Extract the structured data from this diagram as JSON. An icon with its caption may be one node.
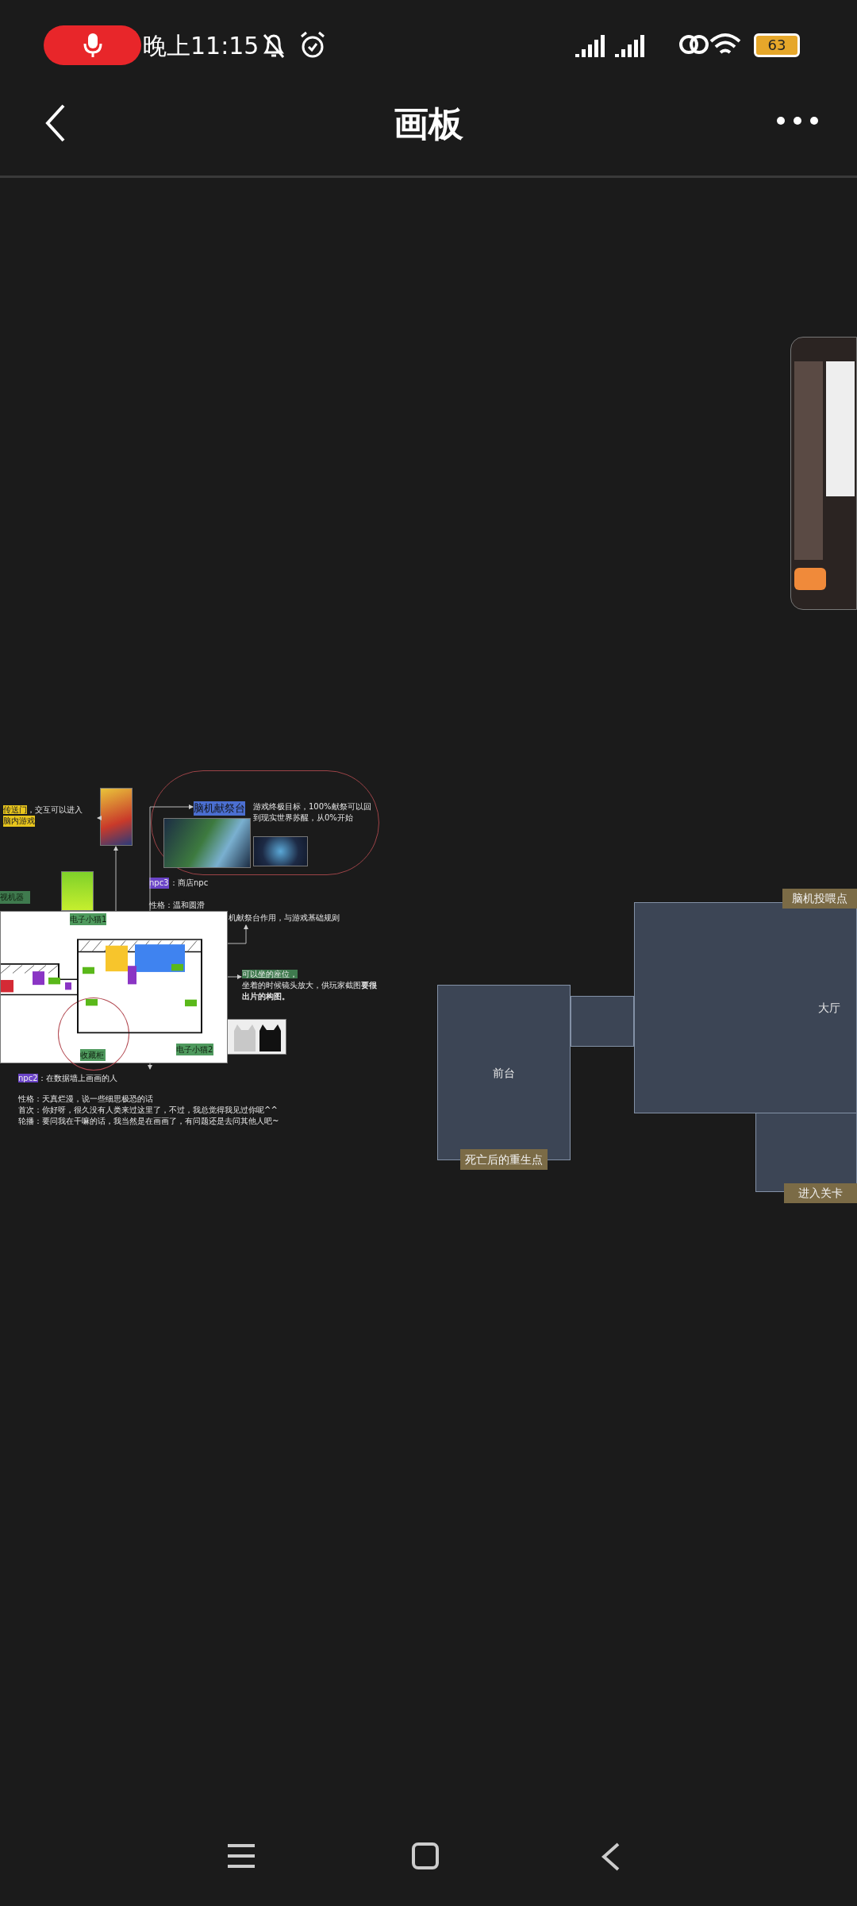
{
  "diagram": {
    "title": "画板",
    "nodes": [
      {
        "text": [
          "传送门",
          "，交互可以进入",
          "脑内游戏"
        ]
      },
      {
        "text": [],
        "shape": "picture"
      },
      {
        "text": [
          "脑机献祭台",
          "游戏终极目标，100%献祭可以回到现实世界苏醒，从0%开始"
        ]
      },
      {
        "text": [],
        "shape": "picture",
        "in": 2
      },
      {
        "text": [],
        "shape": "picture",
        "in": 2
      },
      {
        "text": [
          "视机器"
        ]
      },
      {
        "text": [],
        "shape": "picture"
      },
      {
        "text": [],
        "shape": "picture"
      },
      {
        "text": [
          "电子小猫1"
        ],
        "in": 7
      },
      {
        "text": [],
        "shape": "circle",
        "in": 7
      },
      {
        "text": [
          "收藏柜"
        ],
        "in": 9
      },
      {
        "text": [
          "电子小猫2"
        ],
        "in": 7
      },
      {
        "text": [
          "机献祭台作用，与游戏基础规则"
        ]
      },
      {
        "text": [
          "可以坐的座位，",
          "坐着的时候镜头放大，供玩家截图**要很出片的构图。**"
        ]
      },
      {
        "text": [],
        "shape": "picture"
      },
      {
        "text": [
          "npc2",
          "：在数据墙上画画的人",
          "性格：天真烂漫，说一些细思极恐的话",
          "首次：你好呀，很久没有人类来过这里了，不过，我总觉得我见过你呢^^",
          "轮播：要问我在干嘛的话，我当然是在画画了，有问题还是去问其他人吧~"
        ]
      },
      {
        "text": [
          "前台"
        ]
      },
      {
        "text": [],
        "shape": "box"
      },
      {
        "text": [
          "大厅"
        ]
      },
      {
        "text": [],
        "shape": "box"
      },
      {
        "text": [
          "死亡后的重生点"
        ]
      },
      {
        "text": [
          "脑机投喂点"
        ]
      },
      {
        "text": [
          "进入关卡"
        ]
      },
      {
        "text": [],
        "shape": "picture"
      }
    ],
    "edges": [
      {
        "from": 1,
        "to": 0,
        "arrow": "to"
      },
      {
        "from": 7,
        "to": 1,
        "arrow": "to"
      },
      {
        "from": 7,
        "to": 2,
        "arrow": "to"
      },
      {
        "from": 7,
        "to": 12,
        "arrow": "to"
      },
      {
        "from": 7,
        "to": 13,
        "arrow": "to"
      },
      {
        "from": 7,
        "to": 15,
        "arrow": "to"
      }
    ],
    "labels": [
      "晚上11:15",
      "63",
      "npc3",
      "：商店npc",
      "性格：温和圆滑"
    ]
  }
}
